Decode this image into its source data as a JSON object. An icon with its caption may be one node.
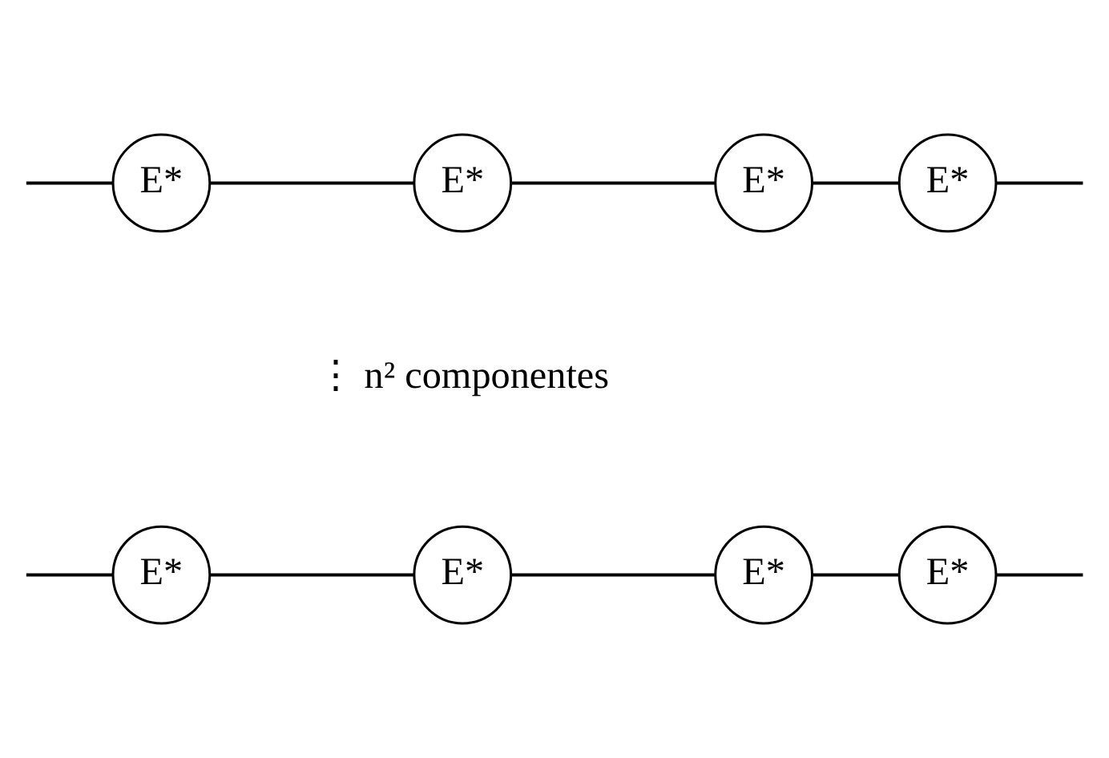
{
  "diagram": {
    "nodes": [
      {
        "text": [
          "E*"
        ]
      },
      {
        "text": [
          "E*"
        ]
      },
      {
        "text": [
          "E*"
        ]
      },
      {
        "text": [
          "E*"
        ]
      },
      {
        "text": [
          "E*"
        ]
      },
      {
        "text": [
          "E*"
        ]
      },
      {
        "text": [
          "E*"
        ]
      },
      {
        "text": [
          "E*"
        ]
      }
    ],
    "edges": [
      {
        "from": null,
        "to": 0,
        "arrow": "none"
      },
      {
        "from": 0,
        "to": 1,
        "arrow": "none"
      },
      {
        "from": 1,
        "to": 2,
        "arrow": "none"
      },
      {
        "from": 2,
        "to": 3,
        "arrow": "none"
      },
      {
        "from": 3,
        "to": null,
        "arrow": "none"
      },
      {
        "from": null,
        "to": 4,
        "arrow": "none"
      },
      {
        "from": 4,
        "to": 5,
        "arrow": "none"
      },
      {
        "from": 5,
        "to": 6,
        "arrow": "none"
      },
      {
        "from": 6,
        "to": 7,
        "arrow": "none"
      },
      {
        "from": 7,
        "to": null,
        "arrow": "none"
      }
    ],
    "labels": [
      "⋮ n² componentes"
    ]
  }
}
